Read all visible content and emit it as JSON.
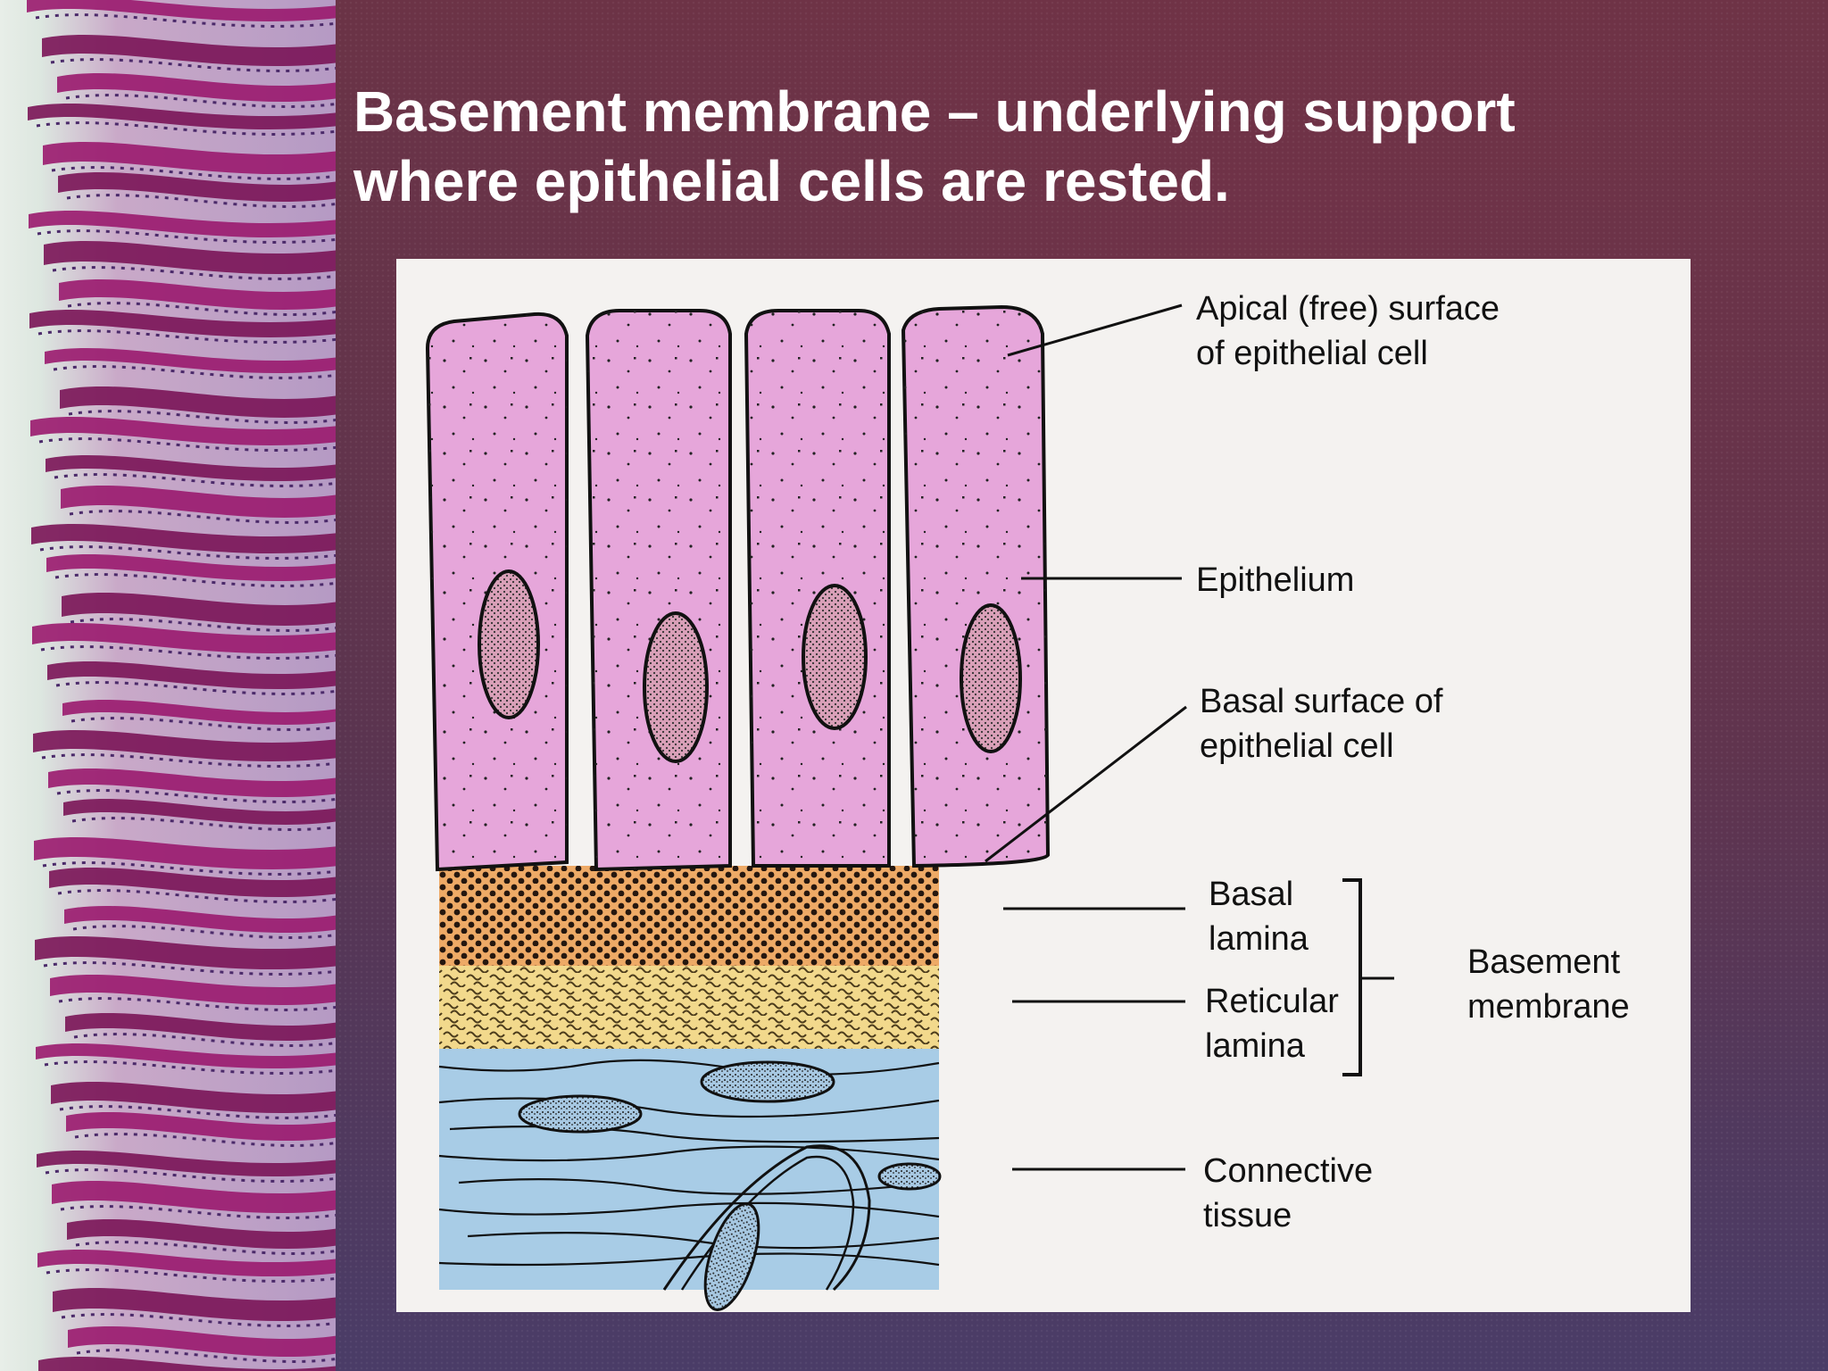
{
  "slide": {
    "title_line1": "Basement membrane – underlying support",
    "title_line2": "where epithelial cells are rested."
  },
  "diagram": {
    "labels": {
      "apical_1": "Apical (free) surface",
      "apical_2": "of epithelial cell",
      "epithelium": "Epithelium",
      "basal_surface_1": "Basal surface of",
      "basal_surface_2": "epithelial cell",
      "basal_lamina_1": "Basal",
      "basal_lamina_2": "lamina",
      "reticular_lamina_1": "Reticular",
      "reticular_lamina_2": "lamina",
      "basement_membrane_1": "Basement",
      "basement_membrane_2": "membrane",
      "connective_1": "Connective",
      "connective_2": "tissue"
    },
    "colors": {
      "cell": "#e6a6da",
      "basal_lamina": "#eeaa66",
      "reticular_lamina": "#f2d98c",
      "connective": "#a8cce6",
      "nucleus": "#d9a0b8"
    }
  }
}
